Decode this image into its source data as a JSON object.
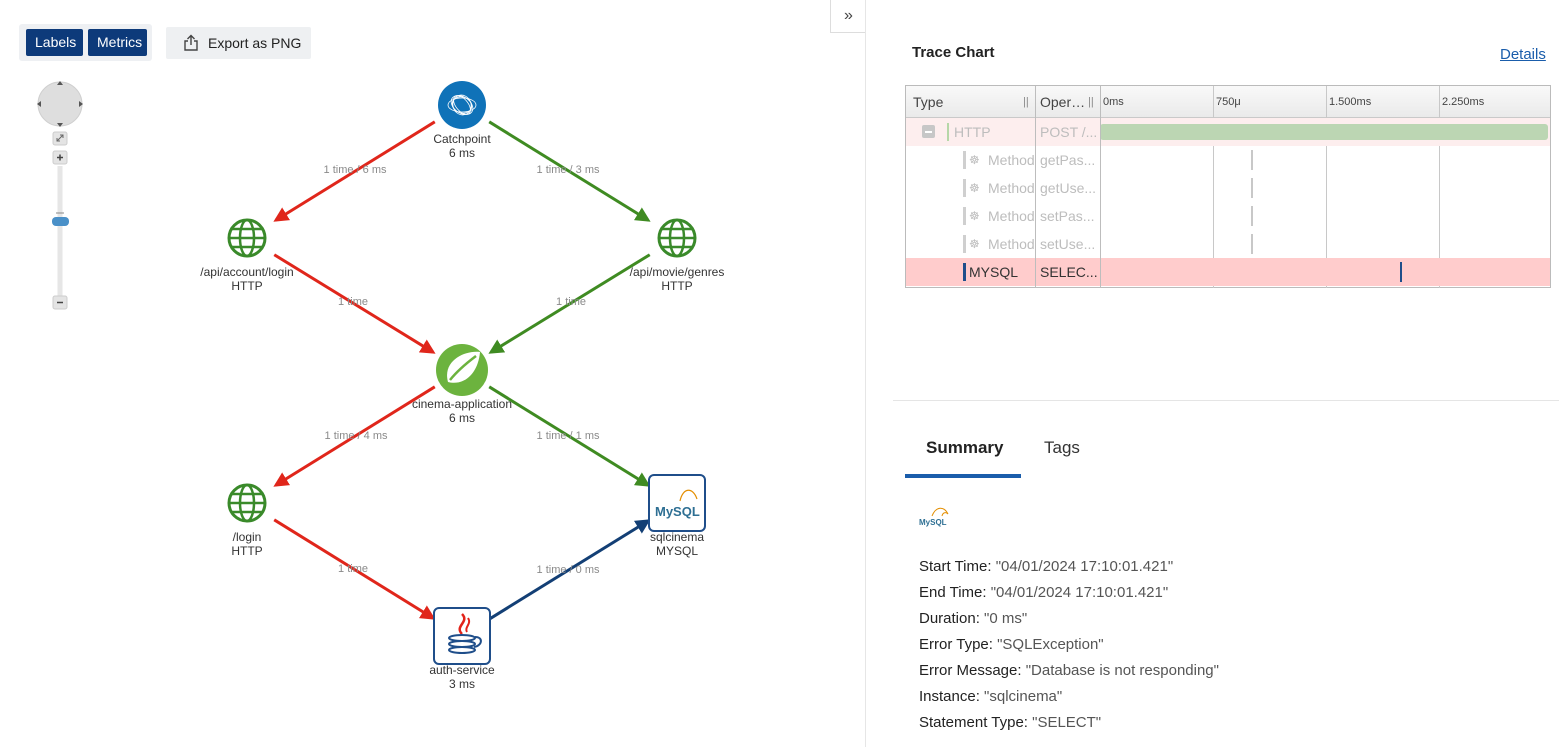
{
  "toolbar": {
    "labels_label": "Labels",
    "metrics_label": "Metrics",
    "export_label": "Export as PNG"
  },
  "graph": {
    "nodes": [
      {
        "id": "catchpoint",
        "name": "Catchpoint",
        "sub": "6 ms",
        "icon": "catchpoint-icon"
      },
      {
        "id": "login-api",
        "name": "/api/account/login",
        "sub": "HTTP",
        "icon": "globe-icon"
      },
      {
        "id": "genres-api",
        "name": "/api/movie/genres",
        "sub": "HTTP",
        "icon": "globe-icon"
      },
      {
        "id": "cinema",
        "name": "cinema-application",
        "sub": "6 ms",
        "icon": "spring-icon"
      },
      {
        "id": "login",
        "name": "/login",
        "sub": "HTTP",
        "icon": "globe-icon"
      },
      {
        "id": "sqlcinema",
        "name": "sqlcinema",
        "sub": "MYSQL",
        "icon": "mysql-icon"
      },
      {
        "id": "auth",
        "name": "auth-service",
        "sub": "3 ms",
        "icon": "java-icon"
      }
    ],
    "edges": [
      {
        "label": "1 time / 6 ms",
        "color": "#e0261b"
      },
      {
        "label": "1 time / 3 ms",
        "color": "#3f8b22"
      },
      {
        "label": "1 time",
        "color": "#e0261b"
      },
      {
        "label": "1 time",
        "color": "#3f8b22"
      },
      {
        "label": "1 time / 4 ms",
        "color": "#e0261b"
      },
      {
        "label": "1 time / 1 ms",
        "color": "#3f8b22"
      },
      {
        "label": "1 time",
        "color": "#e0261b"
      },
      {
        "label": "1 time / 0 ms",
        "color": "#133f75"
      }
    ]
  },
  "trace": {
    "title": "Trace Chart",
    "details_label": "Details",
    "columns": {
      "type": "Type",
      "operation": "Oper…"
    },
    "ticks": [
      "0ms",
      "750μ",
      "1.500ms",
      "2.250ms"
    ],
    "rows": [
      {
        "type": "HTTP",
        "operation": "POST /...",
        "highlight": "http",
        "bar_start": 0.0,
        "bar_end": 1.0
      },
      {
        "type": "Method",
        "operation": "getPas...",
        "highlight": "none",
        "bar_start": 0.335,
        "bar_end": 0.337
      },
      {
        "type": "Method",
        "operation": "getUse...",
        "highlight": "none",
        "bar_start": 0.335,
        "bar_end": 0.337
      },
      {
        "type": "Method",
        "operation": "setPas...",
        "highlight": "none",
        "bar_start": 0.335,
        "bar_end": 0.337
      },
      {
        "type": "Method",
        "operation": "setUse...",
        "highlight": "none",
        "bar_start": 0.335,
        "bar_end": 0.337
      },
      {
        "type": "MYSQL",
        "operation": "SELEC...",
        "highlight": "error",
        "bar_start": 0.667,
        "bar_end": 0.669
      }
    ]
  },
  "tabs": {
    "summary": "Summary",
    "tags": "Tags"
  },
  "summary": {
    "icon_label": "MySQL",
    "fields": [
      {
        "label": "Start Time:",
        "value": "\"04/01/2024 17:10:01.421\""
      },
      {
        "label": "End Time:",
        "value": "\"04/01/2024 17:10:01.421\""
      },
      {
        "label": "Duration:",
        "value": "\"0 ms\""
      },
      {
        "label": "Error Type:",
        "value": "\"SQLException\""
      },
      {
        "label": "Error Message:",
        "value": "\"Database is not responding\""
      },
      {
        "label": "Instance:",
        "value": "\"sqlcinema\""
      },
      {
        "label": "Statement Type:",
        "value": "\"SELECT\""
      }
    ]
  }
}
